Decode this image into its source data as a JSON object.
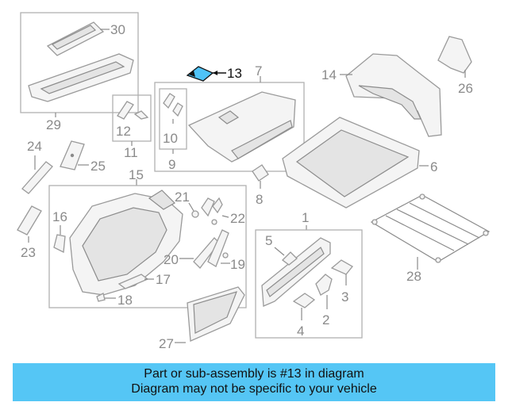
{
  "diagram": {
    "highlighted_part": "13",
    "callouts": [
      "30",
      "29",
      "13",
      "7",
      "14",
      "26",
      "12",
      "11",
      "10",
      "9",
      "24",
      "25",
      "6",
      "15",
      "8",
      "21",
      "22",
      "1",
      "16",
      "23",
      "5",
      "28",
      "20",
      "19",
      "17",
      "3",
      "18",
      "2",
      "4",
      "27"
    ]
  },
  "banner": {
    "line1": "Part or sub-assembly is #13 in diagram",
    "line2": "Diagram may not be specific to your vehicle"
  },
  "colors": {
    "banner_bg": "#55c6f5",
    "highlight_fill": "#4fc3f7",
    "line_gray": "#8a8a8a"
  }
}
